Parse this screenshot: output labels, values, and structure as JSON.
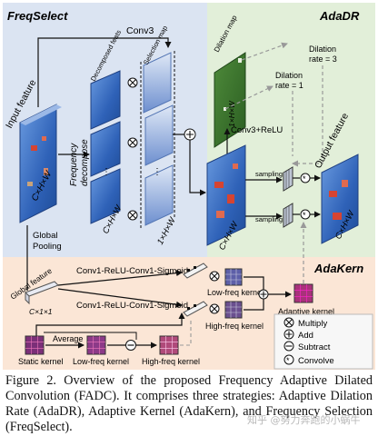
{
  "diagram": {
    "sections": {
      "freqselect": "FreqSelect",
      "adadr": "AdaDR",
      "adakern": "AdaKern"
    },
    "labels": {
      "input_feature": "Input feature",
      "input_dims": "C×H×W",
      "conv3": "Conv3",
      "decomposed_feats": "Decomposed feats",
      "selection_map": "Selection map",
      "frequency_decompose_1": "Frequency",
      "frequency_decompose_2": "decompose",
      "cxhxw_stack": "C×H×W",
      "onexhxw_stack": "1×H×W",
      "global_pooling_1": "Global",
      "global_pooling_2": "Pooling",
      "dilation_map": "Dilation map",
      "onexhxw_map": "1×H×W",
      "dilation_rate_3_a": "Dilation",
      "dilation_rate_3_b": "rate = 3",
      "dilation_rate_1_a": "Dilation",
      "dilation_rate_1_b": "rate = 1",
      "conv3_relu": "Conv3+ReLU",
      "sampling_top": "sampling",
      "sampling_bottom": "sampling",
      "mid_dims": "C×H×W",
      "output_feature": "Output feature",
      "output_dims": "C×H×W",
      "global_feature": "Global feature",
      "global_dims": "C×1×1",
      "conv_chain_top": "Conv1-ReLU-Conv1-Sigmoid",
      "conv_chain_bottom": "Conv1-ReLU-Conv1-Sigmoid",
      "low_freq_kernel": "Low-freq kernel",
      "high_freq_kernel": "High-freq kernel",
      "adaptive_kernel": "Adaptive kernel",
      "static_kernel": "Static kernel",
      "average": "Average",
      "low_freq_kernel_b": "Low-freq kernel",
      "high_freq_kernel_b": "High-freq kernel"
    },
    "legend": {
      "multiply": "Multiply",
      "add": "Add",
      "subtract": "Subtract",
      "convolve": "Convolve"
    }
  },
  "caption": "Figure 2.  Overview of the proposed Frequency Adaptive Dilated Convolution (FADC). It comprises three strategies: Adaptive Dilation Rate (AdaDR), Adaptive Kernel (AdaKern), and Frequency Selection (FreqSelect).",
  "watermark": "知乎 @努力奔跑的小蜗牛",
  "colors": {
    "freqselect_bg": "#dbe4f2",
    "adadr_bg": "#e2efd9",
    "adakern_bg": "#fbe6d6",
    "feature_blue": "#3f74c7",
    "feature_red": "#d64431",
    "kernel_purple": "#7b2f78"
  }
}
